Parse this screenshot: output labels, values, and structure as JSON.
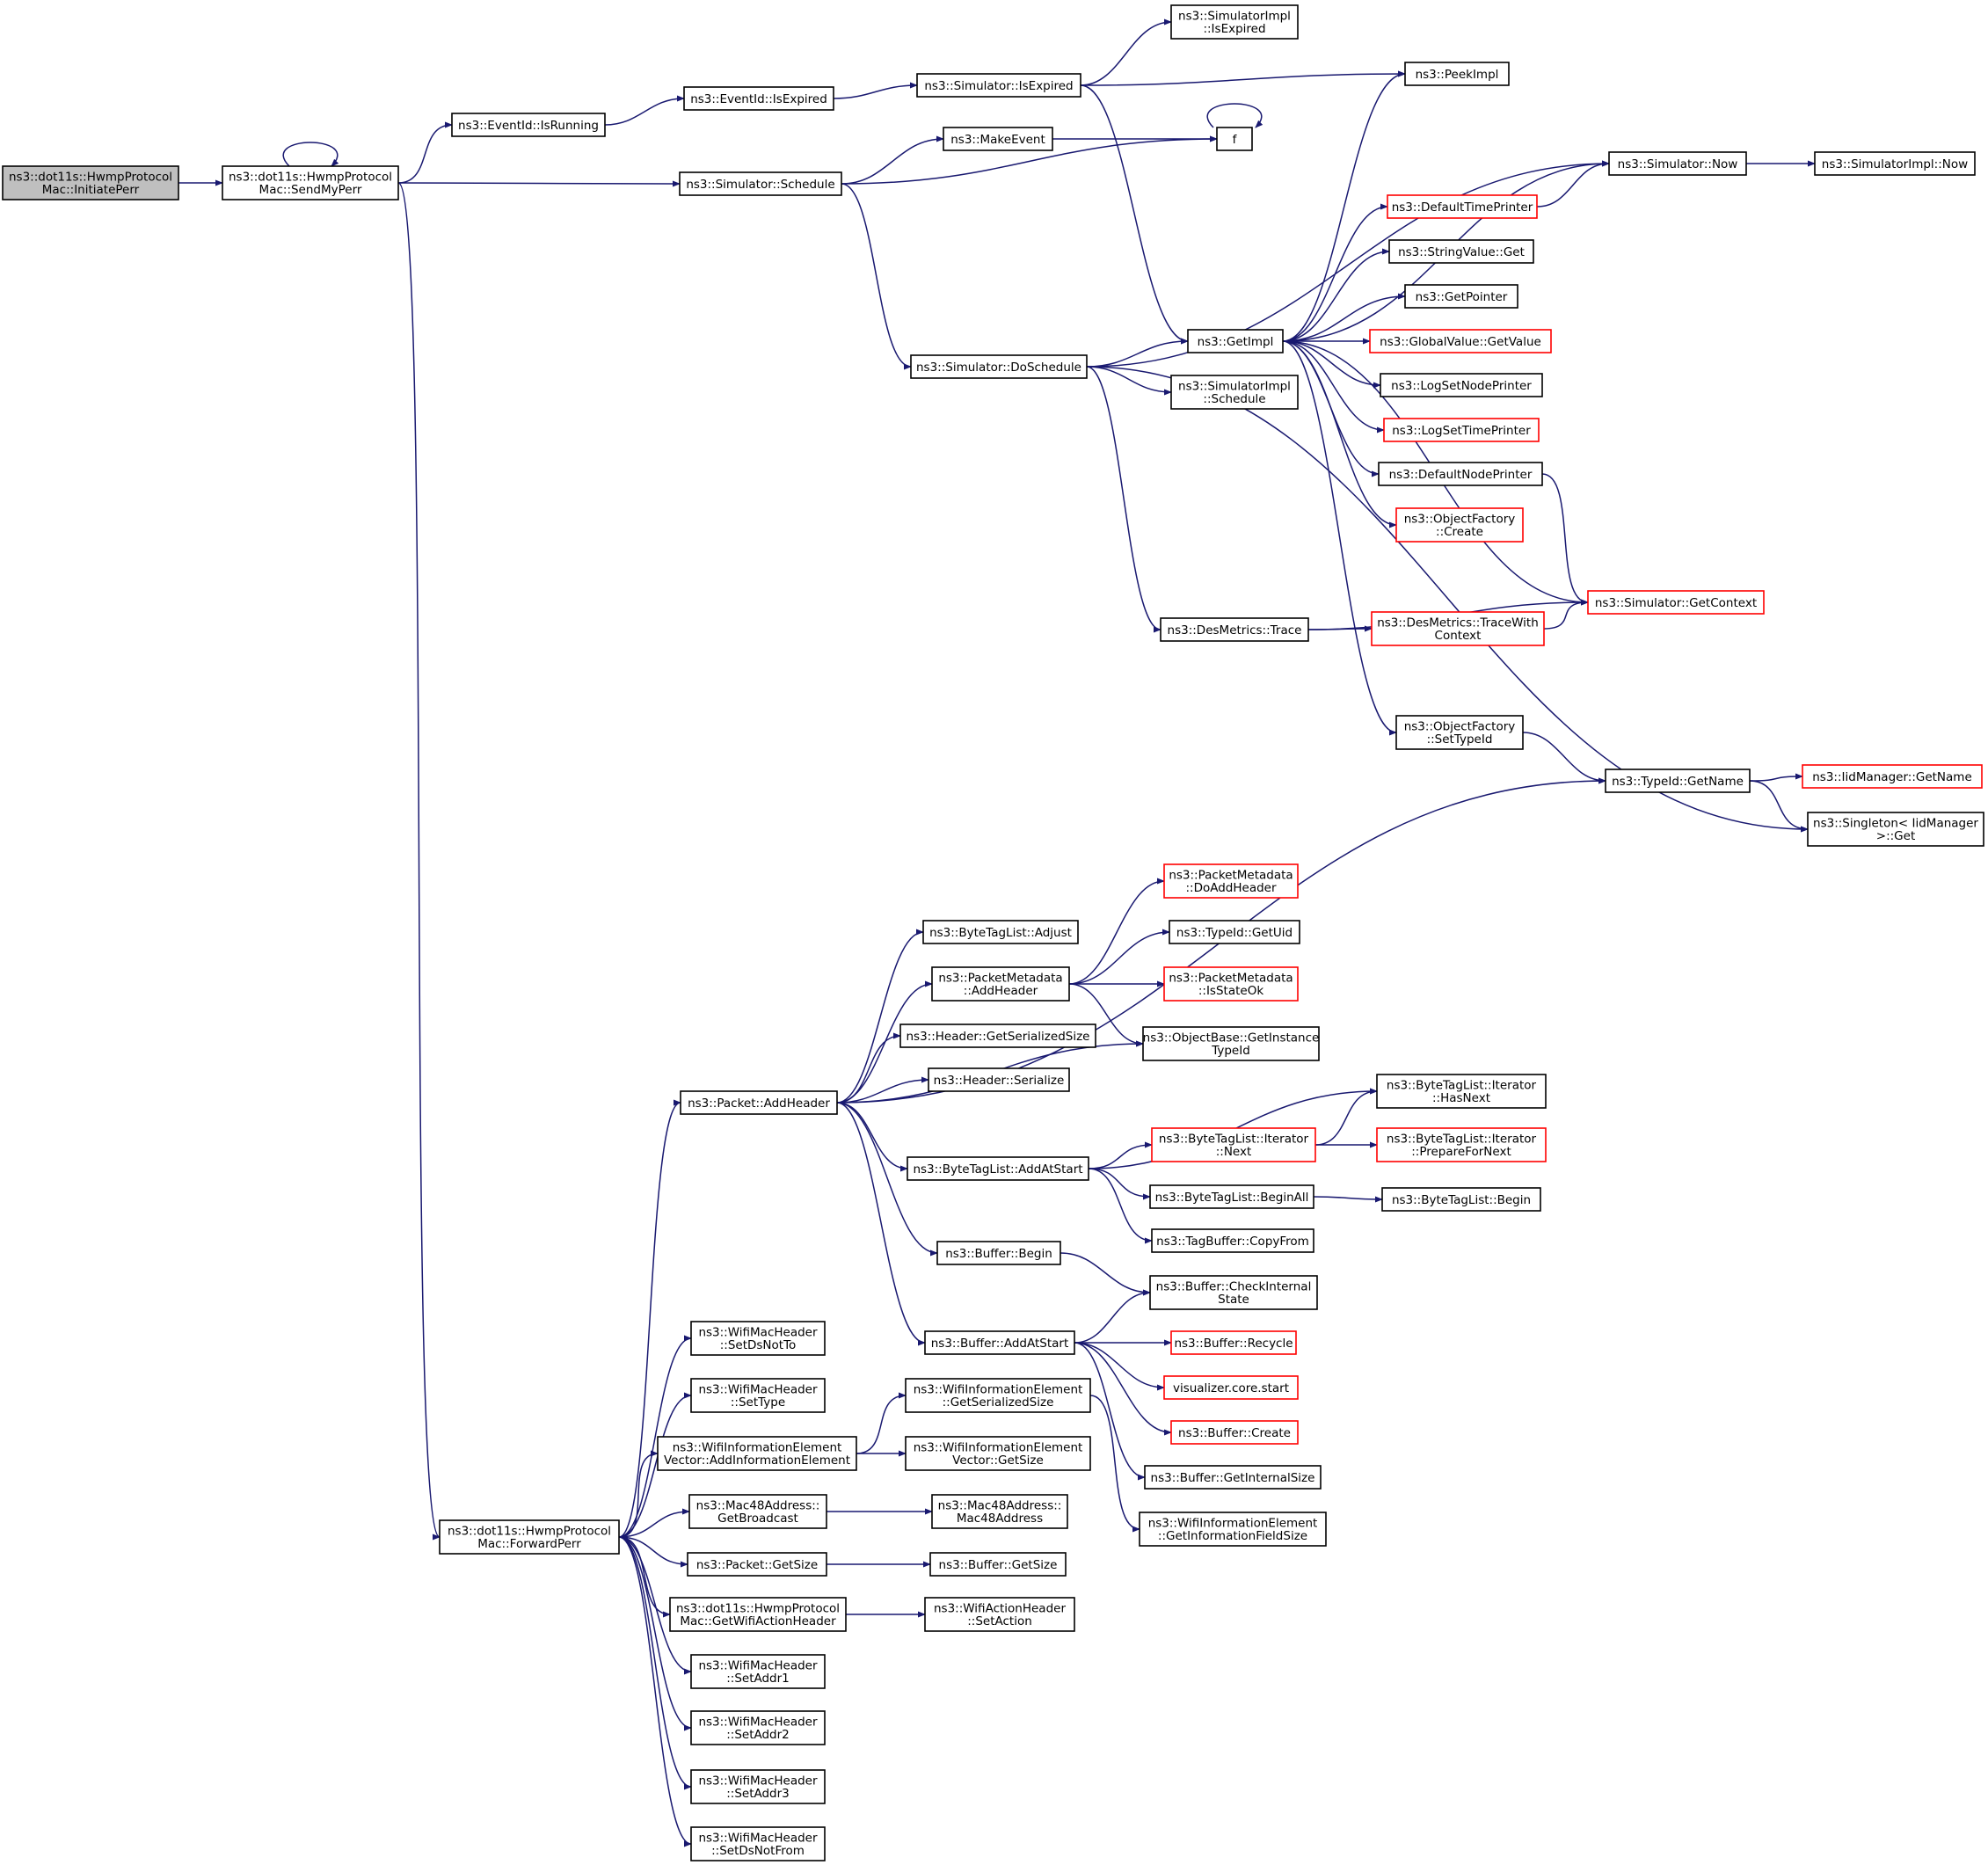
{
  "colors": {
    "edge": "#191970",
    "node_border": "#000000",
    "truncated_border": "#ff0000",
    "root_fill": "#bfbfbf",
    "background": "#ffffff"
  },
  "nodes": {
    "initiate": {
      "lines": [
        "ns3::dot11s::HwmpProtocol",
        "Mac::InitiatePerr"
      ],
      "root": true
    },
    "sendmyperr": {
      "lines": [
        "ns3::dot11s::HwmpProtocol",
        "Mac::SendMyPerr"
      ]
    },
    "eventid_isrunning": {
      "lines": [
        "ns3::EventId::IsRunning"
      ]
    },
    "eventid_isexpired": {
      "lines": [
        "ns3::EventId::IsExpired"
      ]
    },
    "sim_isexpired": {
      "lines": [
        "ns3::Simulator::IsExpired"
      ]
    },
    "simimpl_isexpired": {
      "lines": [
        "ns3::SimulatorImpl",
        "::IsExpired"
      ]
    },
    "peekimpl": {
      "lines": [
        "ns3::PeekImpl"
      ]
    },
    "makeevent": {
      "lines": [
        "ns3::MakeEvent"
      ]
    },
    "f": {
      "lines": [
        "f"
      ]
    },
    "sim_schedule": {
      "lines": [
        "ns3::Simulator::Schedule"
      ]
    },
    "sim_now": {
      "lines": [
        "ns3::Simulator::Now"
      ]
    },
    "simimpl_now": {
      "lines": [
        "ns3::SimulatorImpl::Now"
      ]
    },
    "defaulttimeprinter": {
      "lines": [
        "ns3::DefaultTimePrinter"
      ],
      "red": true
    },
    "stringvalue_get": {
      "lines": [
        "ns3::StringValue::Get"
      ]
    },
    "getpointer": {
      "lines": [
        "ns3::GetPointer"
      ]
    },
    "getimpl": {
      "lines": [
        "ns3::GetImpl"
      ]
    },
    "globalvalue_getvalue": {
      "lines": [
        "ns3::GlobalValue::GetValue"
      ],
      "red": true
    },
    "sim_doschedule": {
      "lines": [
        "ns3::Simulator::DoSchedule"
      ]
    },
    "logsetnodeprinter": {
      "lines": [
        "ns3::LogSetNodePrinter"
      ]
    },
    "simimpl_schedule": {
      "lines": [
        "ns3::SimulatorImpl",
        "::Schedule"
      ]
    },
    "logsettimeprinter": {
      "lines": [
        "ns3::LogSetTimePrinter"
      ],
      "red": true
    },
    "defaultnodeprinter": {
      "lines": [
        "ns3::DefaultNodePrinter"
      ]
    },
    "objfactory_create": {
      "lines": [
        "ns3::ObjectFactory",
        "::Create"
      ],
      "red": true
    },
    "sim_getcontext": {
      "lines": [
        "ns3::Simulator::GetContext"
      ],
      "red": true
    },
    "desmetrics_trace": {
      "lines": [
        "ns3::DesMetrics::Trace"
      ]
    },
    "desmetrics_tracewithcontext": {
      "lines": [
        "ns3::DesMetrics::TraceWith",
        "Context"
      ],
      "red": true
    },
    "objfactory_settypeid": {
      "lines": [
        "ns3::ObjectFactory",
        "::SetTypeId"
      ]
    },
    "typeid_getname": {
      "lines": [
        "ns3::TypeId::GetName"
      ]
    },
    "iidmanager_getname": {
      "lines": [
        "ns3::IidManager::GetName"
      ],
      "red": true
    },
    "singleton_get": {
      "lines": [
        "ns3::Singleton< IidManager",
        " >::Get"
      ]
    },
    "pm_doaddheader": {
      "lines": [
        "ns3::PacketMetadata",
        "::DoAddHeader"
      ],
      "red": true
    },
    "btl_adjust": {
      "lines": [
        "ns3::ByteTagList::Adjust"
      ]
    },
    "typeid_getuid": {
      "lines": [
        "ns3::TypeId::GetUid"
      ]
    },
    "pm_addheader": {
      "lines": [
        "ns3::PacketMetadata",
        "::AddHeader"
      ]
    },
    "pm_isstateok": {
      "lines": [
        "ns3::PacketMetadata",
        "::IsStateOk"
      ],
      "red": true
    },
    "header_getserializedsize": {
      "lines": [
        "ns3::Header::GetSerializedSize"
      ]
    },
    "objbase_getinstancetypeid": {
      "lines": [
        "ns3::ObjectBase::GetInstance",
        "TypeId"
      ]
    },
    "header_serialize": {
      "lines": [
        "ns3::Header::Serialize"
      ]
    },
    "packet_addheader": {
      "lines": [
        "ns3::Packet::AddHeader"
      ]
    },
    "btl_iter_hasnext": {
      "lines": [
        "ns3::ByteTagList::Iterator",
        "::HasNext"
      ]
    },
    "btl_iter_next": {
      "lines": [
        "ns3::ByteTagList::Iterator",
        "::Next"
      ],
      "red": true
    },
    "btl_iter_preparefornext": {
      "lines": [
        "ns3::ByteTagList::Iterator",
        "::PrepareForNext"
      ],
      "red": true
    },
    "btl_addatstart": {
      "lines": [
        "ns3::ByteTagList::AddAtStart"
      ]
    },
    "btl_beginall": {
      "lines": [
        "ns3::ByteTagList::BeginAll"
      ]
    },
    "btl_begin": {
      "lines": [
        "ns3::ByteTagList::Begin"
      ]
    },
    "tagbuffer_copyfrom": {
      "lines": [
        "ns3::TagBuffer::CopyFrom"
      ]
    },
    "buffer_begin": {
      "lines": [
        "ns3::Buffer::Begin"
      ]
    },
    "buffer_checkinternalstate": {
      "lines": [
        "ns3::Buffer::CheckInternal",
        "State"
      ]
    },
    "wmh_setdsnotto": {
      "lines": [
        "ns3::WifiMacHeader",
        "::SetDsNotTo"
      ]
    },
    "buffer_addatstart": {
      "lines": [
        "ns3::Buffer::AddAtStart"
      ]
    },
    "buffer_recycle": {
      "lines": [
        "ns3::Buffer::Recycle"
      ],
      "red": true
    },
    "wmh_settype": {
      "lines": [
        "ns3::WifiMacHeader",
        "::SetType"
      ]
    },
    "visualizer_start": {
      "lines": [
        "visualizer.core.start"
      ],
      "red": true
    },
    "wie_getserializedsize": {
      "lines": [
        "ns3::WifiInformationElement",
        "::GetSerializedSize"
      ]
    },
    "buffer_create": {
      "lines": [
        "ns3::Buffer::Create"
      ],
      "red": true
    },
    "wiev_addinfoelement": {
      "lines": [
        "ns3::WifiInformationElement",
        "Vector::AddInformationElement"
      ]
    },
    "wiev_getsize": {
      "lines": [
        "ns3::WifiInformationElement",
        "Vector::GetSize"
      ]
    },
    "buffer_getinternalsize": {
      "lines": [
        "ns3::Buffer::GetInternalSize"
      ]
    },
    "mac48_getbroadcast": {
      "lines": [
        "ns3::Mac48Address::",
        "GetBroadcast"
      ]
    },
    "mac48_ctor": {
      "lines": [
        "ns3::Mac48Address::",
        "Mac48Address"
      ]
    },
    "wie_getinfofieldsize": {
      "lines": [
        "ns3::WifiInformationElement",
        "::GetInformationFieldSize"
      ]
    },
    "forwardperr": {
      "lines": [
        "ns3::dot11s::HwmpProtocol",
        "Mac::ForwardPerr"
      ]
    },
    "packet_getsize": {
      "lines": [
        "ns3::Packet::GetSize"
      ]
    },
    "buffer_getsize": {
      "lines": [
        "ns3::Buffer::GetSize"
      ]
    },
    "getwifiactionheader": {
      "lines": [
        "ns3::dot11s::HwmpProtocol",
        "Mac::GetWifiActionHeader"
      ]
    },
    "wah_setaction": {
      "lines": [
        "ns3::WifiActionHeader",
        "::SetAction"
      ]
    },
    "wmh_setaddr1": {
      "lines": [
        "ns3::WifiMacHeader",
        "::SetAddr1"
      ]
    },
    "wmh_setaddr2": {
      "lines": [
        "ns3::WifiMacHeader",
        "::SetAddr2"
      ]
    },
    "wmh_setaddr3": {
      "lines": [
        "ns3::WifiMacHeader",
        "::SetAddr3"
      ]
    },
    "wmh_setdsnotfrom": {
      "lines": [
        "ns3::WifiMacHeader",
        "::SetDsNotFrom"
      ]
    }
  },
  "edges": [
    [
      "initiate",
      "sendmyperr"
    ],
    [
      "sendmyperr",
      "sendmyperr"
    ],
    [
      "sendmyperr",
      "eventid_isrunning"
    ],
    [
      "sendmyperr",
      "sim_schedule"
    ],
    [
      "sendmyperr",
      "forwardperr"
    ],
    [
      "eventid_isrunning",
      "eventid_isexpired"
    ],
    [
      "eventid_isexpired",
      "sim_isexpired"
    ],
    [
      "sim_isexpired",
      "simimpl_isexpired"
    ],
    [
      "sim_isexpired",
      "peekimpl"
    ],
    [
      "sim_isexpired",
      "getimpl"
    ],
    [
      "sim_schedule",
      "makeevent"
    ],
    [
      "sim_schedule",
      "f"
    ],
    [
      "sim_schedule",
      "sim_doschedule"
    ],
    [
      "makeevent",
      "f"
    ],
    [
      "f",
      "f"
    ],
    [
      "sim_doschedule",
      "sim_now"
    ],
    [
      "sim_doschedule",
      "getimpl"
    ],
    [
      "sim_doschedule",
      "simimpl_schedule"
    ],
    [
      "sim_doschedule",
      "desmetrics_trace"
    ],
    [
      "sim_doschedule",
      "singleton_get"
    ],
    [
      "sim_now",
      "simimpl_now"
    ],
    [
      "getimpl",
      "peekimpl"
    ],
    [
      "getimpl",
      "sim_now"
    ],
    [
      "getimpl",
      "defaulttimeprinter"
    ],
    [
      "getimpl",
      "stringvalue_get"
    ],
    [
      "getimpl",
      "getpointer"
    ],
    [
      "getimpl",
      "globalvalue_getvalue"
    ],
    [
      "getimpl",
      "logsetnodeprinter"
    ],
    [
      "getimpl",
      "logsettimeprinter"
    ],
    [
      "getimpl",
      "defaultnodeprinter"
    ],
    [
      "getimpl",
      "objfactory_create"
    ],
    [
      "getimpl",
      "sim_getcontext"
    ],
    [
      "getimpl",
      "objfactory_settypeid"
    ],
    [
      "defaulttimeprinter",
      "sim_now"
    ],
    [
      "defaultnodeprinter",
      "sim_getcontext"
    ],
    [
      "desmetrics_trace",
      "desmetrics_tracewithcontext"
    ],
    [
      "desmetrics_trace",
      "sim_getcontext"
    ],
    [
      "desmetrics_tracewithcontext",
      "sim_getcontext"
    ],
    [
      "objfactory_settypeid",
      "typeid_getname"
    ],
    [
      "typeid_getname",
      "iidmanager_getname"
    ],
    [
      "typeid_getname",
      "singleton_get"
    ],
    [
      "packet_addheader",
      "typeid_getname"
    ],
    [
      "packet_addheader",
      "btl_adjust"
    ],
    [
      "packet_addheader",
      "pm_addheader"
    ],
    [
      "packet_addheader",
      "header_getserializedsize"
    ],
    [
      "packet_addheader",
      "header_serialize"
    ],
    [
      "packet_addheader",
      "objbase_getinstancetypeid"
    ],
    [
      "packet_addheader",
      "btl_addatstart"
    ],
    [
      "packet_addheader",
      "buffer_begin"
    ],
    [
      "packet_addheader",
      "buffer_addatstart"
    ],
    [
      "pm_addheader",
      "pm_doaddheader"
    ],
    [
      "pm_addheader",
      "typeid_getuid"
    ],
    [
      "pm_addheader",
      "pm_isstateok"
    ],
    [
      "pm_addheader",
      "objbase_getinstancetypeid"
    ],
    [
      "btl_addatstart",
      "btl_iter_hasnext"
    ],
    [
      "btl_addatstart",
      "btl_iter_next"
    ],
    [
      "btl_addatstart",
      "btl_beginall"
    ],
    [
      "btl_addatstart",
      "tagbuffer_copyfrom"
    ],
    [
      "btl_iter_next",
      "btl_iter_hasnext"
    ],
    [
      "btl_iter_next",
      "btl_iter_preparefornext"
    ],
    [
      "btl_beginall",
      "btl_begin"
    ],
    [
      "buffer_begin",
      "buffer_checkinternalstate"
    ],
    [
      "buffer_addatstart",
      "buffer_checkinternalstate"
    ],
    [
      "buffer_addatstart",
      "buffer_recycle"
    ],
    [
      "buffer_addatstart",
      "visualizer_start"
    ],
    [
      "buffer_addatstart",
      "buffer_create"
    ],
    [
      "buffer_addatstart",
      "buffer_getinternalsize"
    ],
    [
      "wiev_addinfoelement",
      "wie_getserializedsize"
    ],
    [
      "wiev_addinfoelement",
      "wiev_getsize"
    ],
    [
      "wie_getserializedsize",
      "wie_getinfofieldsize"
    ],
    [
      "mac48_getbroadcast",
      "mac48_ctor"
    ],
    [
      "packet_getsize",
      "buffer_getsize"
    ],
    [
      "getwifiactionheader",
      "wah_setaction"
    ],
    [
      "forwardperr",
      "packet_addheader"
    ],
    [
      "forwardperr",
      "wmh_setdsnotto"
    ],
    [
      "forwardperr",
      "wmh_settype"
    ],
    [
      "forwardperr",
      "wiev_addinfoelement"
    ],
    [
      "forwardperr",
      "mac48_getbroadcast"
    ],
    [
      "forwardperr",
      "packet_getsize"
    ],
    [
      "forwardperr",
      "getwifiactionheader"
    ],
    [
      "forwardperr",
      "wmh_setaddr1"
    ],
    [
      "forwardperr",
      "wmh_setaddr2"
    ],
    [
      "forwardperr",
      "wmh_setaddr3"
    ],
    [
      "forwardperr",
      "wmh_setdsnotfrom"
    ]
  ]
}
